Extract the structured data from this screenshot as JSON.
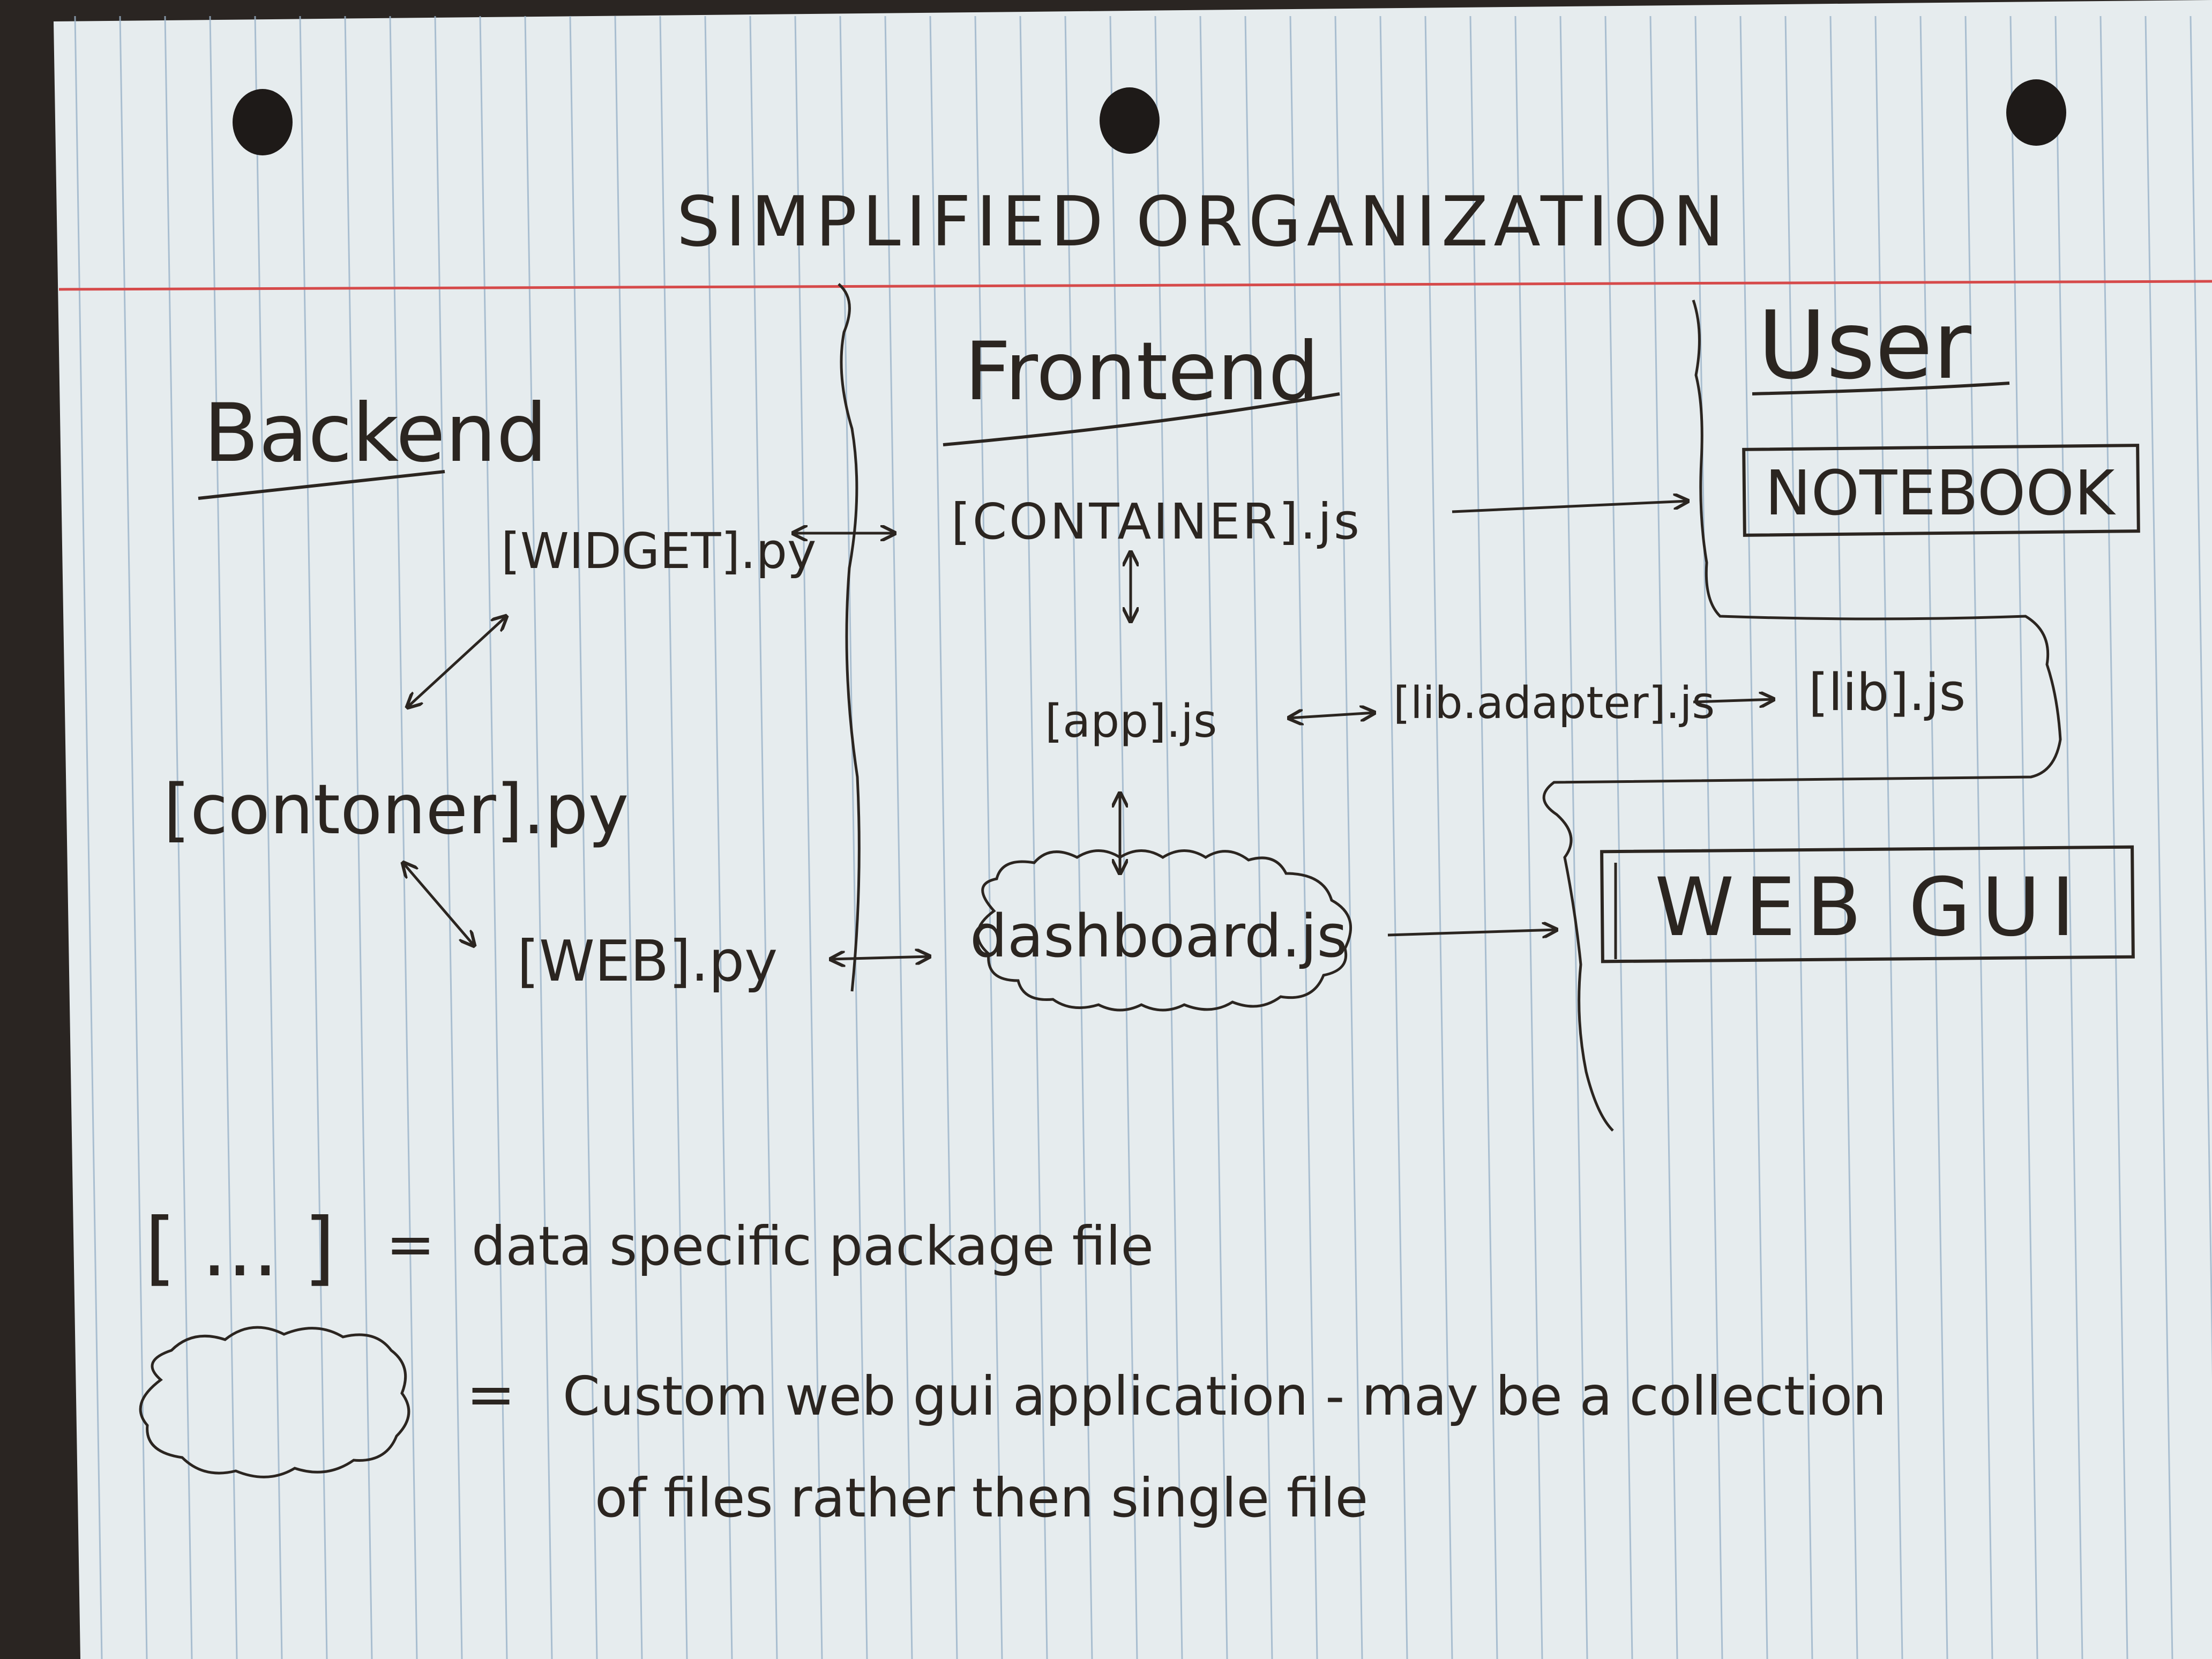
{
  "title": "SIMPLIFIED ORGANIZATION",
  "colors": {
    "paper": "#e6ecee",
    "rule": "#9bb3c9",
    "margin_rule": "#d64a4a",
    "ink": "#2b2520",
    "background": "#2a2522"
  },
  "columns": {
    "backend": "Backend",
    "frontend": "Frontend",
    "user": "User"
  },
  "nodes": {
    "widget_py": "[WIDGET].py",
    "container_py": "[contoner].py",
    "web_py": "[WEB].py",
    "container_js": "[CONTAINER].js",
    "app_js": "[app].js",
    "lib_adapter_js": "[lib.adapter].js",
    "lib_js": "[lib].js",
    "dashboard_js": "dashboard.js",
    "notebook": "NOTEBOOK",
    "web_gui": "WEB GUI"
  },
  "legend": {
    "bracket_symbol": "[ ... ]",
    "equals": "=",
    "bracket_text": "data specific package file",
    "cloud_text_line1": "Custom web gui application - may be a collection",
    "cloud_text_line2": "of files rather then single file"
  }
}
